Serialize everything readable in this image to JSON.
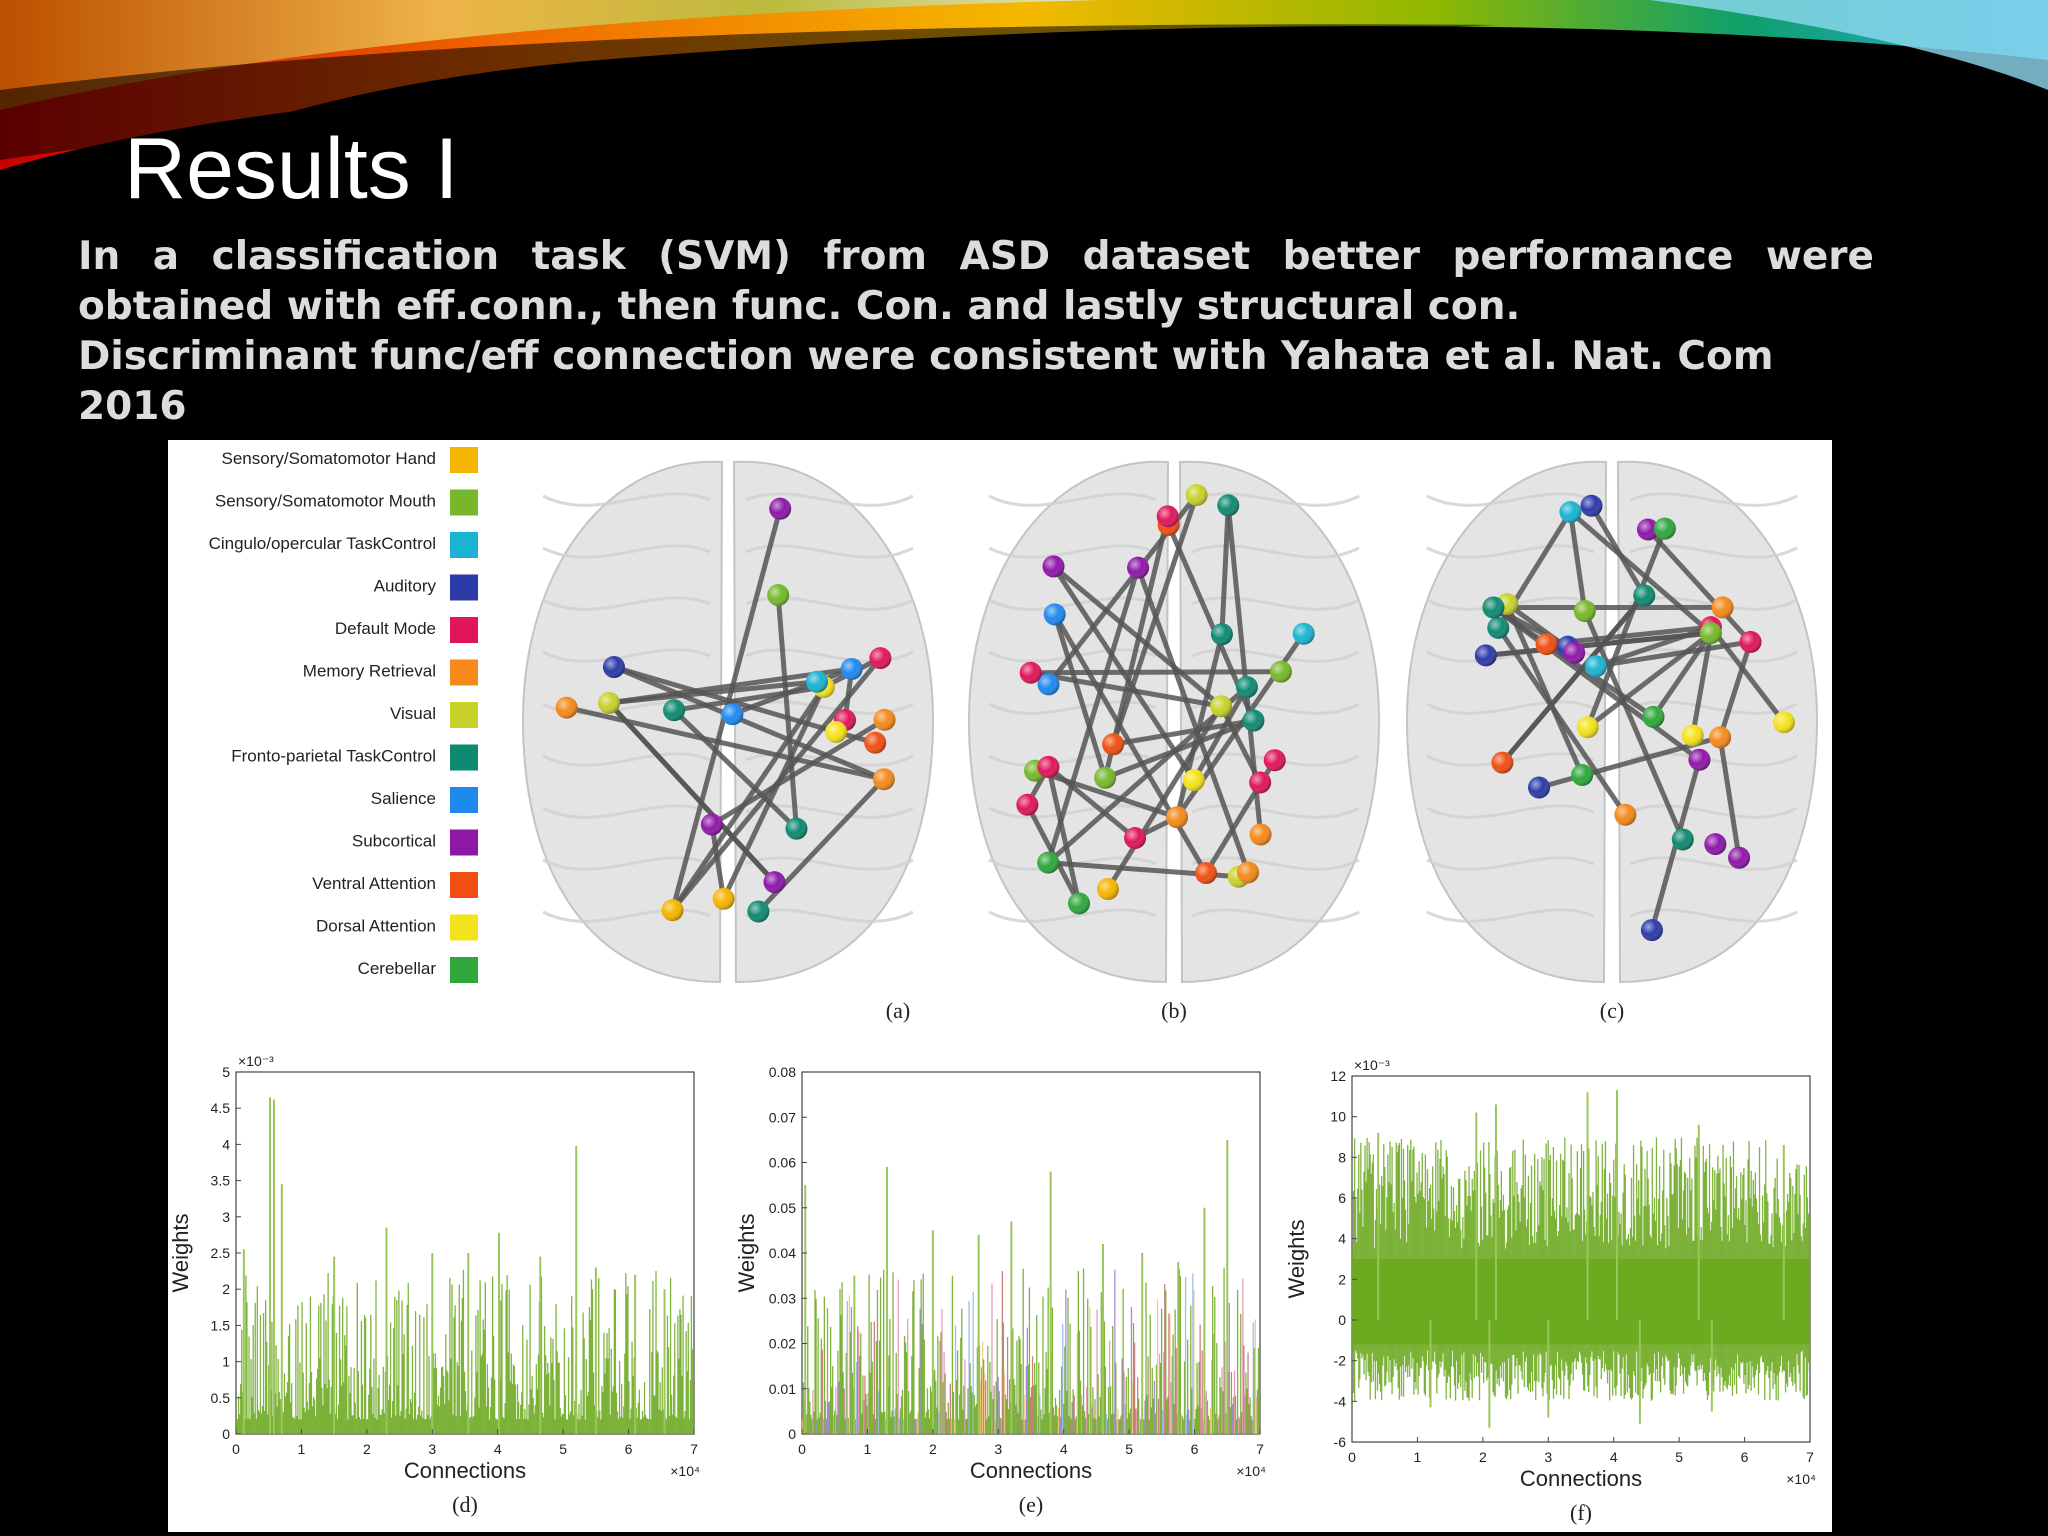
{
  "slide": {
    "title": "Results I",
    "paragraph1": "In a classification task (SVM) from ASD dataset better performance were obtained with eff.conn., then func. Con. and lastly structural con.",
    "paragraph2": "Discriminant func/eff connection were consistent with Yahata et al. Nat. Com 2016"
  },
  "legend": [
    {
      "label": "Sensory/Somatomotor Hand",
      "color": "#f5b400"
    },
    {
      "label": "Sensory/Somatomotor Mouth",
      "color": "#76b82a"
    },
    {
      "label": "Cingulo/opercular TaskControl",
      "color": "#1ab3d1"
    },
    {
      "label": "Auditory",
      "color": "#2b3aa8"
    },
    {
      "label": "Default Mode",
      "color": "#e0155a"
    },
    {
      "label": "Memory Retrieval",
      "color": "#f5891a"
    },
    {
      "label": "Visual",
      "color": "#c8d22a"
    },
    {
      "label": "Fronto-parietal TaskControl",
      "color": "#0e8a72"
    },
    {
      "label": "Salience",
      "color": "#1e88f0"
    },
    {
      "label": "Subcortical",
      "color": "#8e17a8"
    },
    {
      "label": "Ventral Attention",
      "color": "#f04e12"
    },
    {
      "label": "Dorsal Attention",
      "color": "#f5e21a"
    },
    {
      "label": "Cerebellar",
      "color": "#2ea83c"
    }
  ],
  "brain_captions": [
    "(a)",
    "(b)",
    "(c)"
  ],
  "chart_data": [
    {
      "type": "bar",
      "caption": "(d)",
      "xlabel": "Connections",
      "ylabel": "Weights",
      "x_multiplier": "×10⁴",
      "y_multiplier": "×10⁻³",
      "xlim": [
        0,
        7
      ],
      "ylim": [
        0,
        5
      ],
      "xticks": [
        "0",
        "1",
        "2",
        "3",
        "4",
        "5",
        "6",
        "7"
      ],
      "yticks": [
        "0",
        "0.5",
        "1",
        "1.5",
        "2",
        "2.5",
        "3",
        "3.5",
        "4",
        "4.5",
        "5"
      ],
      "color": "#6aa81e",
      "baseline": 0,
      "peaks": [
        {
          "x": 0.52,
          "y": 4.65
        },
        {
          "x": 0.58,
          "y": 4.62
        },
        {
          "x": 0.7,
          "y": 3.45
        },
        {
          "x": 0.12,
          "y": 2.55
        },
        {
          "x": 5.2,
          "y": 3.98
        },
        {
          "x": 2.3,
          "y": 2.85
        },
        {
          "x": 4.02,
          "y": 2.78
        },
        {
          "x": 3.0,
          "y": 2.5
        },
        {
          "x": 1.5,
          "y": 2.45
        },
        {
          "x": 4.65,
          "y": 2.45
        },
        {
          "x": 5.5,
          "y": 2.3
        },
        {
          "x": 6.1,
          "y": 2.2
        },
        {
          "x": 3.55,
          "y": 2.5
        },
        {
          "x": 6.55,
          "y": 2.0
        }
      ]
    },
    {
      "type": "bar",
      "caption": "(e)",
      "xlabel": "Connections",
      "ylabel": "Weights",
      "x_multiplier": "×10⁴",
      "xlim": [
        0,
        7
      ],
      "ylim": [
        0,
        0.08
      ],
      "xticks": [
        "0",
        "1",
        "2",
        "3",
        "4",
        "5",
        "6",
        "7"
      ],
      "yticks": [
        "0",
        "0.01",
        "0.02",
        "0.03",
        "0.04",
        "0.05",
        "0.06",
        "0.07",
        "0.08"
      ],
      "color": "#6aa81e",
      "baseline": 0,
      "peaks": [
        {
          "x": 6.5,
          "y": 0.065
        },
        {
          "x": 1.3,
          "y": 0.059
        },
        {
          "x": 3.8,
          "y": 0.058
        },
        {
          "x": 6.15,
          "y": 0.05
        },
        {
          "x": 3.2,
          "y": 0.047
        },
        {
          "x": 0.05,
          "y": 0.055
        },
        {
          "x": 2.0,
          "y": 0.045
        },
        {
          "x": 4.6,
          "y": 0.042
        },
        {
          "x": 5.2,
          "y": 0.04
        },
        {
          "x": 2.7,
          "y": 0.044
        },
        {
          "x": 0.8,
          "y": 0.035
        },
        {
          "x": 5.75,
          "y": 0.038
        }
      ]
    },
    {
      "type": "bar",
      "caption": "(f)",
      "xlabel": "Connections",
      "ylabel": "Weights",
      "x_multiplier": "×10⁴",
      "y_multiplier": "×10⁻³",
      "xlim": [
        0,
        7
      ],
      "ylim": [
        -6,
        12
      ],
      "xticks": [
        "0",
        "1",
        "2",
        "3",
        "4",
        "5",
        "6",
        "7"
      ],
      "yticks": [
        "-6",
        "-4",
        "-2",
        "0",
        "2",
        "4",
        "6",
        "8",
        "10",
        "12"
      ],
      "color": "#6aa81e",
      "baseline": 0,
      "peaks": [
        {
          "x": 3.6,
          "y": 11.2
        },
        {
          "x": 4.05,
          "y": 11.3
        },
        {
          "x": 2.2,
          "y": 10.6
        },
        {
          "x": 1.9,
          "y": 10.2
        },
        {
          "x": 5.3,
          "y": 9.6
        },
        {
          "x": 0.4,
          "y": 9.2
        },
        {
          "x": 6.6,
          "y": 8.6
        },
        {
          "x": 2.1,
          "y": -5.3
        },
        {
          "x": 4.4,
          "y": -5.1
        },
        {
          "x": 3.0,
          "y": -4.8
        },
        {
          "x": 5.5,
          "y": -4.5
        },
        {
          "x": 1.2,
          "y": -4.3
        }
      ]
    }
  ]
}
